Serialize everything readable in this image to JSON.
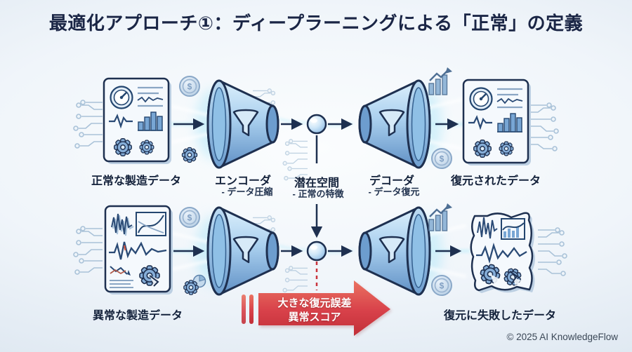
{
  "title": "最適化アプローチ①：ディープラーニングによる「正常」の定義",
  "top_flow": {
    "input_label": "正常な製造データ",
    "encoder_label": "エンコーダ",
    "encoder_sub": "- データ圧縮",
    "latent_label": "潜在空間",
    "latent_sub": "- 正常の特徴",
    "decoder_label": "デコーダ",
    "decoder_sub": "- データ復元",
    "output_label": "復元されたデータ"
  },
  "bottom_flow": {
    "input_label": "異常な製造データ",
    "output_label": "復元に失敗したデータ"
  },
  "error_arrow": {
    "line1": "大きな復元誤差",
    "line2": "異常スコア"
  },
  "icons": {
    "dollar_glyph": "$"
  },
  "colors": {
    "title_text": "#1a2545",
    "label_text": "#14223b",
    "outline_navy": "#1e3050",
    "funnel_blue": "#a9cfee",
    "error_red": "#cc3340",
    "error_text": "#ffffff",
    "background_center": "#fbfdfe",
    "background_edge": "#d2dfec"
  },
  "footer": {
    "copyright": "© 2025 AI KnowledgeFlow"
  }
}
